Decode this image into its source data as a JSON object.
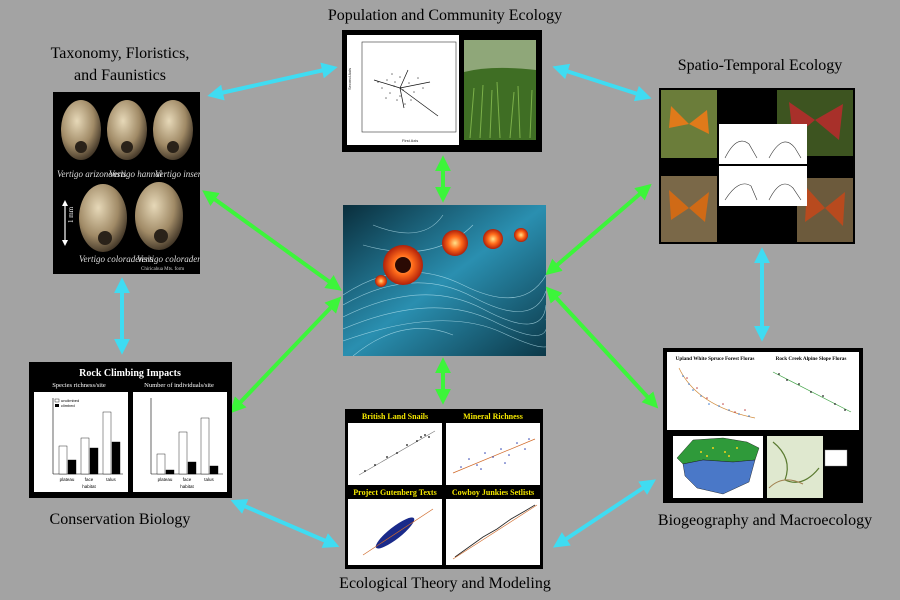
{
  "diagram_title": "Population and Community Ecology",
  "topics": {
    "population": "Population and Community Ecology",
    "taxonomy_line1": "Taxonomy, Floristics,",
    "taxonomy_line2": "and Faunistics",
    "spatio": "Spatio-Temporal Ecology",
    "conservation": "Conservation Biology",
    "theory": "Ecological Theory and Modeling",
    "biogeo": "Biogeography and Macroecology"
  },
  "snails": {
    "names": [
      "Vertigo arizonensis",
      "Vertigo hannai",
      "Vertigo inserta",
      "Vertigo coloradensis",
      "Vertigo coloradensis"
    ],
    "scale_label": "1 mm",
    "credit": "Chiricahua Mts. form"
  },
  "rock_climbing": {
    "title": "Rock Climbing Impacts",
    "left_heading": "Species richness/site",
    "right_heading": "Number of individuals/site",
    "legend": [
      "unclimbed",
      "climbed"
    ],
    "categories": [
      "plateau",
      "face",
      "talus"
    ],
    "xlabel": "habitat"
  },
  "theory_panels": [
    "British Land Snails",
    "Mineral Richness",
    "Project Gutenberg Texts",
    "Cowboy Junkies Setlists"
  ],
  "biogeo_panels": [
    "Upland White Spruce Forest Floras",
    "Rock Creek Alpine Slope Floras"
  ],
  "colors": {
    "cyan_arrow": "#3fdcf2",
    "green_arrow": "#3cf53a",
    "background": "#a3a3a3"
  }
}
